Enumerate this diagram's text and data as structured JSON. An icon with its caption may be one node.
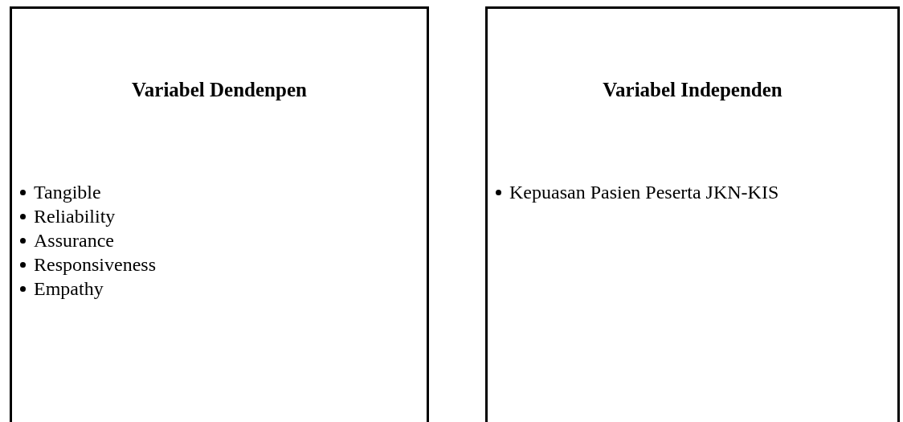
{
  "diagram": {
    "nodes": [
      {
        "text": [
          "Variabel Dendenpen"
        ]
      },
      {
        "text": [
          "Tangible",
          "Reliability",
          "Assurance",
          "Responsiveness",
          "Empathy"
        ]
      },
      {
        "text": [
          "Variabel Independen"
        ]
      },
      {
        "text": [
          "Kepuasan Pasien Peserta JKN-KIS"
        ]
      }
    ],
    "edges": []
  }
}
